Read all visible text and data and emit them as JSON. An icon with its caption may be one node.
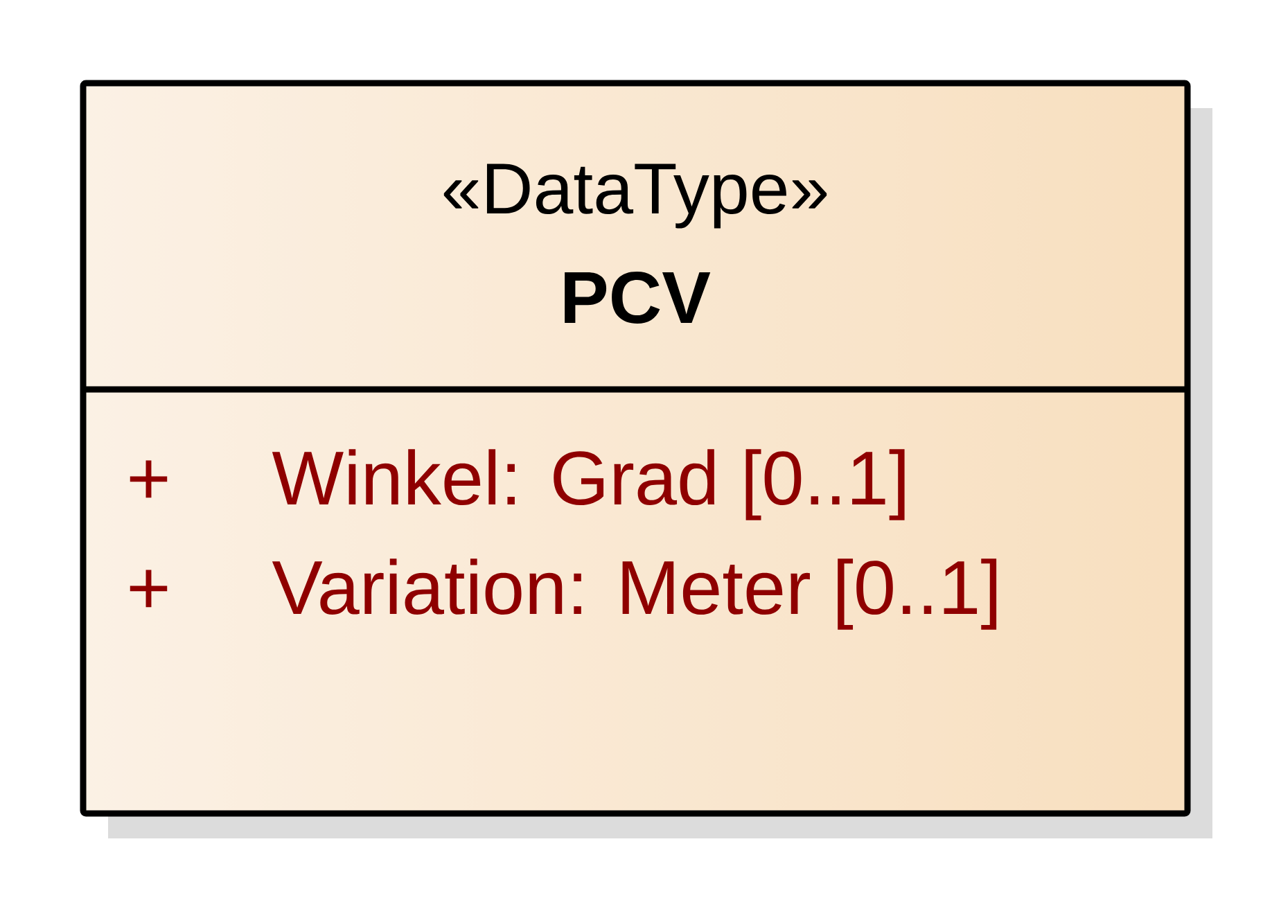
{
  "diagram": {
    "nodes": [
      {
        "text": [
          "«DataType»",
          "PCV",
          "+",
          "Winkel: Grad [0..1]",
          "+",
          "Variation: Meter [0..1]"
        ]
      }
    ]
  }
}
